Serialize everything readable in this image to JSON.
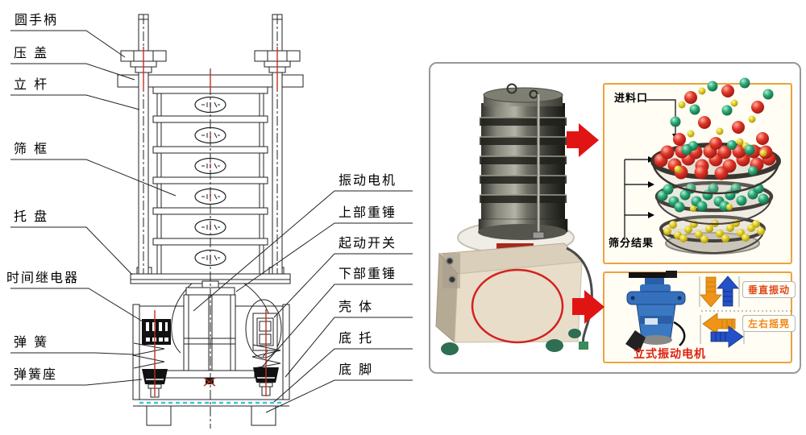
{
  "schematic": {
    "left_labels": [
      "圆手柄",
      "压 盖",
      "立 杆",
      "筛 框",
      "托 盘",
      "时间继电器",
      "弹 簧",
      "弹簧座"
    ],
    "right_labels": [
      "振动电机",
      "上部重锤",
      "起动开关",
      "下部重锤",
      "壳 体",
      "底 托",
      "底 脚"
    ]
  },
  "photo_panel": {
    "feed_inlet_label": "进料口",
    "sieving_result_label": "筛分结果",
    "vertical_vibration_label": "垂直振动",
    "horizontal_sway_label": "左右摇晃",
    "motor_caption": "立式振动电机"
  },
  "colors": {
    "centerline_red": "#c03020",
    "arrow_red": "#e11414",
    "inset_border": "#eba33c",
    "panel_border": "#98989a",
    "red_ball": "#e03426",
    "green_ball": "#2aa876",
    "yellow_ball": "#e2cc20",
    "orange_arrow": "#ef9418",
    "blue_arrow": "#2450c8",
    "vertical_label_color": "#e04818",
    "sway_label_color": "#f08818",
    "motor_caption_color": "#e01f10",
    "photo_red_circle": "#d42020",
    "cyan_baseline": "#38c8d8"
  }
}
